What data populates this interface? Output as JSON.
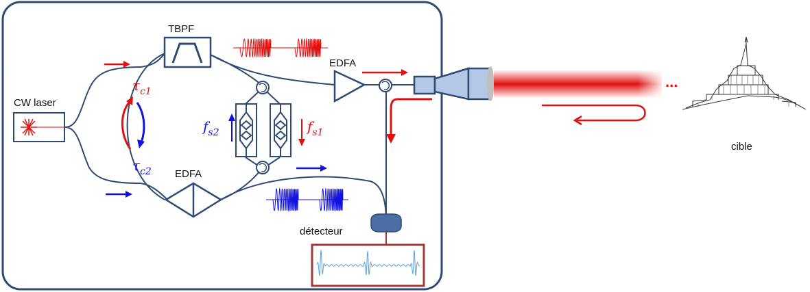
{
  "labels": {
    "tbpf": "TBPF",
    "cw_laser": "CW laser",
    "edfa_top": "EDFA",
    "edfa_bottom": "EDFA",
    "detector": "détecteur",
    "target": "cible",
    "dots": "..."
  },
  "math": {
    "tau_c1": {
      "base": "τ",
      "sub": "c1"
    },
    "tau_c2": {
      "base": "τ",
      "sub": "c2"
    },
    "f_s1": {
      "base": "f",
      "sub": "s1"
    },
    "f_s2": {
      "base": "f",
      "sub": "s2"
    }
  },
  "colors": {
    "frame": "#2e4a72",
    "red": "#e01010",
    "blue": "#1111dd",
    "device_fill": "#b4c7e7",
    "scope_border": "#a33a3a",
    "trace": "#5aa0d8",
    "detector": "#4a6ea4"
  }
}
